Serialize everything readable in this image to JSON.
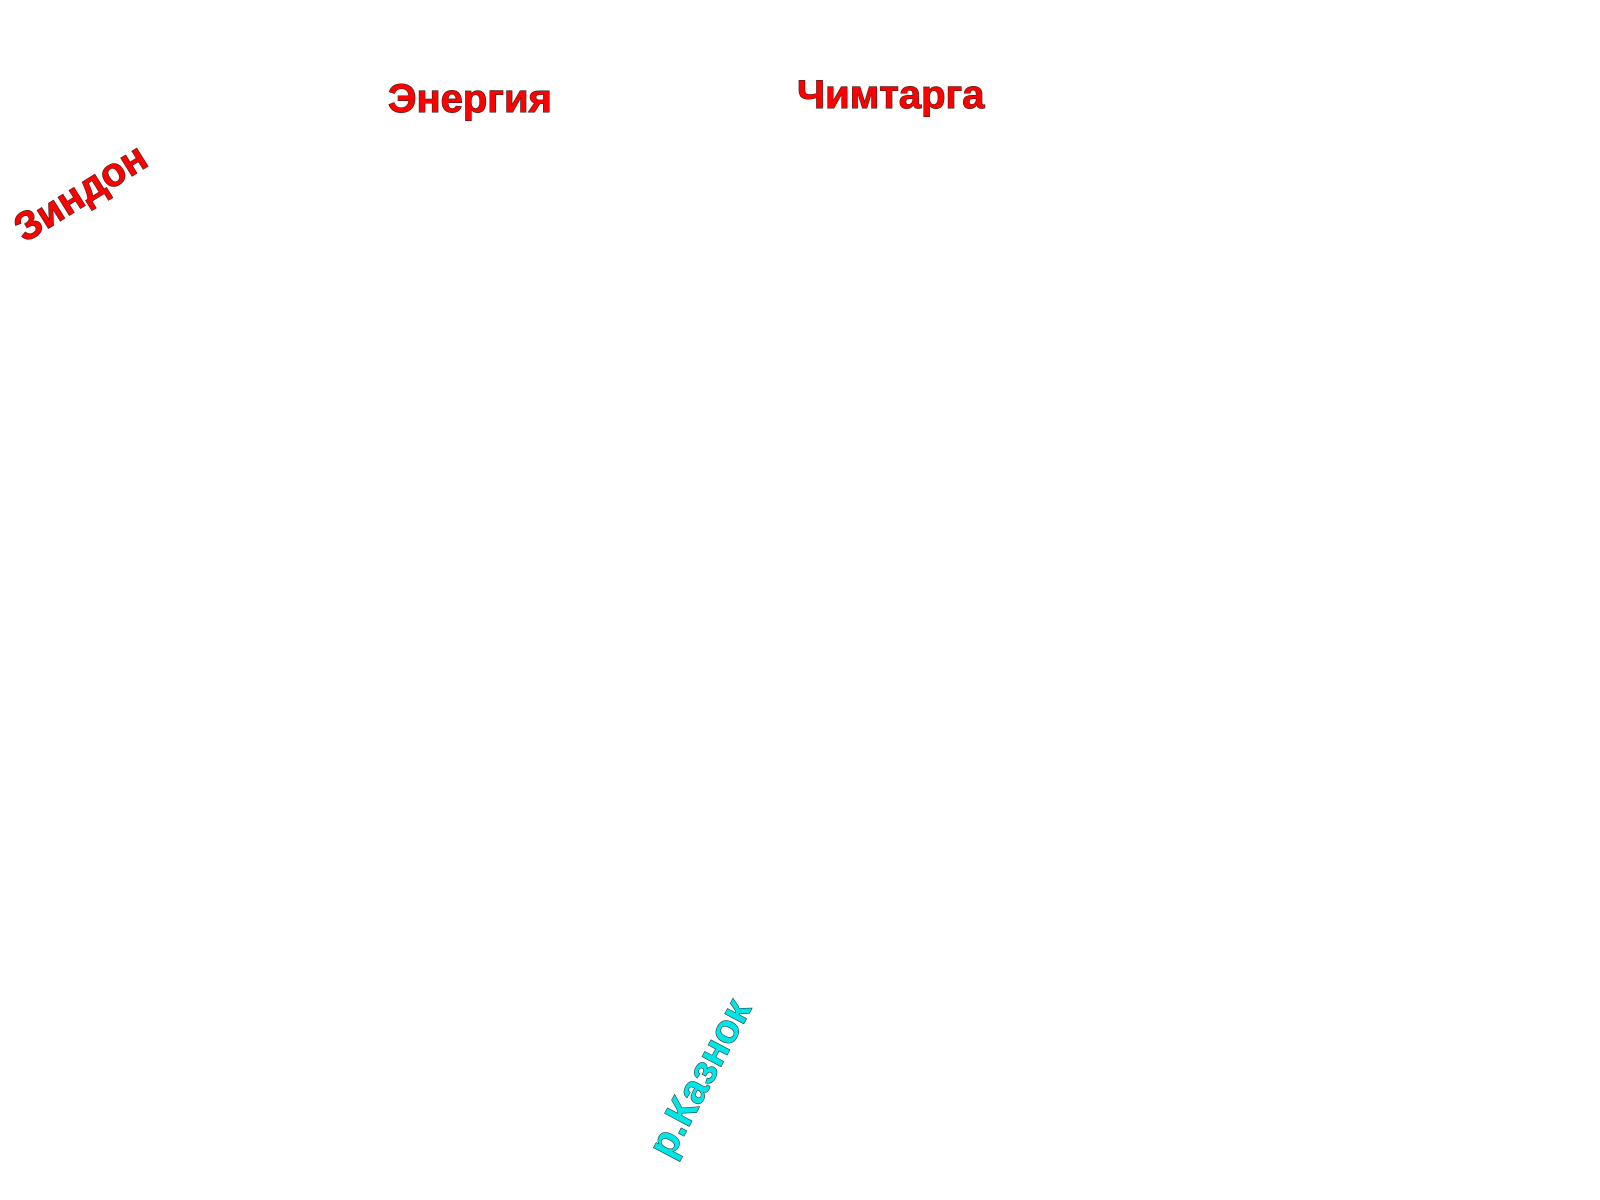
{
  "labels": {
    "energia": "Энергия",
    "chimtarga": "Чимтарга",
    "zindon": "Зиндон",
    "river": "р.Казнок"
  },
  "colors": {
    "peak_label": "#ff0000",
    "river_label": "#00e5e5",
    "background": "#ffffff"
  }
}
